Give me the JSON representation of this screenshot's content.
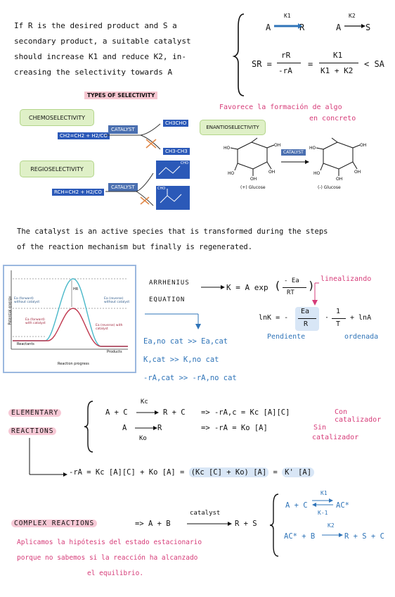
{
  "intro": {
    "lines": [
      "If R is the desired product and S a",
      "secondary product, a suitable catalyst",
      "should increase K1 and reduce K2, in-",
      "creasing the selectivity towards A"
    ]
  },
  "rxn": {
    "r1_left": "A",
    "r1_k": "K1",
    "r1_right": "R",
    "r2_left": "A",
    "r2_k": "K2",
    "r2_right": "S",
    "sel_lhs": "SR =",
    "sel_num": "rR",
    "sel_den": "-rA",
    "sel_num2": "K1",
    "sel_den2": "K1 + K2",
    "sel_rhs": "< SA"
  },
  "types": {
    "title": "TYPES OF SELECTIVITY",
    "note1": "Favorece la formación de algo",
    "note2": "en concreto",
    "chemo": "CHEMOSELECTIVITY",
    "chemo_reactant": "CH2=CH2 + H2/CO",
    "chemo_p1": "CH3CHO",
    "chemo_p2": "CH3-CH3",
    "regio": "REGIOSELECTIVITY",
    "regio_reactant": "RCH=CH2 + H2/CO",
    "regio_p1": "CHO",
    "regio_p2": "CHO",
    "enantio": "ENANTIOSELECTIVITY",
    "catalyst": "CATALYST",
    "glucose_l": "(+) Glucose",
    "glucose_r": "(-) Glucose"
  },
  "catalyst_def": {
    "l1": "The catalyst is an active species that is transformed during the steps",
    "l2": "of the reaction mechanism but finally is regenerated."
  },
  "energy": {
    "ylabel": "Potential energy",
    "xlabel": "Reaction progress",
    "reactants": "Reactants",
    "products": "Products",
    "hr": "HR",
    "ea_fwd_no": "Ea (forward) without catalyst",
    "ea_fwd_cat": "Ea (forward) with catalyst",
    "ea_rev_no": "Ea (reverse) without catalyst",
    "ea_rev_cat": "Ea (reverse) with catalyst"
  },
  "arrhenius": {
    "l1": "ARRHENIUS",
    "l2": "EQUATION",
    "eq": "K = A exp",
    "num": "- Ea",
    "den": "RT",
    "linear_note": "linealizando",
    "ln": "lnK = -",
    "ln_num": "Ea",
    "ln_den": "R",
    "ln_mid": "·",
    "ln_num2": "1",
    "ln_den2": "T",
    "ln_tail": "+ lnA",
    "pendiente": "Pendiente",
    "ordenada": "ordenada"
  },
  "compare": {
    "c1": "Ea,no cat >> Ea,cat",
    "c2": "K,cat >> K,no cat",
    "c3": "-rA,cat >> -rA,no cat"
  },
  "elementary": {
    "title1": "ELEMENTARY",
    "title2": "REACTIONS",
    "r1": "A + C",
    "r1_k": "Kc",
    "r1_prod": "R + C",
    "r1_rate": "=> -rA,c = Kc [A][C]",
    "r1_note": "Con catalizador",
    "r2": "A",
    "r2_k": "Ko",
    "r2_prod": "R",
    "r2_rate": "=> -rA = Ko [A]",
    "r2_note1": "Sin",
    "r2_note2": "catalizador",
    "total": "-rA = Kc [A][C] + Ko [A] = ",
    "total_hl": "(Kc [C] + Ko) [A]",
    "total_eq": " = ",
    "total_k": "K' [A]"
  },
  "complex": {
    "title": "COMPLEX REACTIONS",
    "eq": "=> A + B",
    "cat": "catalyst",
    "prod": "R + S",
    "n1": "Aplicamos la hipótesis del estado estacionario",
    "n2": "porque no sabemos si la reacción ha alcanzado",
    "n3": "el equilibrio.",
    "s1_left": "A + C",
    "s1_k": "K1",
    "s1_km": "K-1",
    "s1_right": "AC*",
    "s2_left": "AC* + B",
    "s2_k": "K2",
    "s2_right": "R + S + C"
  }
}
